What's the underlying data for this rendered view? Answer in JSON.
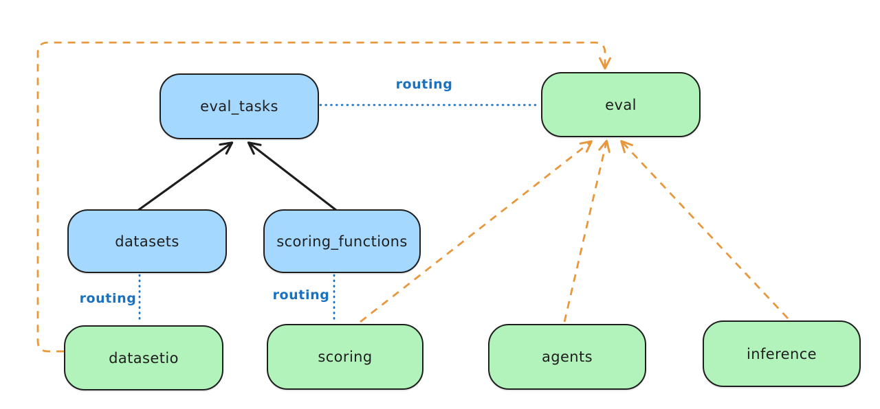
{
  "diagram": {
    "nodes": {
      "eval_tasks": {
        "label": "eval_tasks",
        "fill": "blue"
      },
      "eval": {
        "label": "eval",
        "fill": "green"
      },
      "datasets": {
        "label": "datasets",
        "fill": "blue"
      },
      "scoring_functions": {
        "label": "scoring_functions",
        "fill": "blue"
      },
      "datasetio": {
        "label": "datasetio",
        "fill": "green"
      },
      "scoring": {
        "label": "scoring",
        "fill": "green"
      },
      "agents": {
        "label": "agents",
        "fill": "green"
      },
      "inference": {
        "label": "inference",
        "fill": "green"
      }
    },
    "edges": [
      {
        "from": "datasets",
        "to": "eval_tasks",
        "style": "solid-black-arrow",
        "label": ""
      },
      {
        "from": "scoring_functions",
        "to": "eval_tasks",
        "style": "solid-black-arrow",
        "label": ""
      },
      {
        "from": "eval_tasks",
        "to": "eval",
        "style": "dotted-blue",
        "label": "routing"
      },
      {
        "from": "datasets",
        "to": "datasetio",
        "style": "dotted-blue",
        "label": "routing"
      },
      {
        "from": "scoring_functions",
        "to": "scoring",
        "style": "dotted-blue",
        "label": "routing"
      },
      {
        "from": "datasetio",
        "to": "eval",
        "style": "dashed-orange-arrow",
        "label": ""
      },
      {
        "from": "scoring",
        "to": "eval",
        "style": "dashed-orange-arrow",
        "label": ""
      },
      {
        "from": "agents",
        "to": "eval",
        "style": "dashed-orange-arrow",
        "label": ""
      },
      {
        "from": "inference",
        "to": "eval",
        "style": "dashed-orange-arrow",
        "label": ""
      }
    ],
    "colors": {
      "registry_fill": "#a5d8ff",
      "provider_fill": "#b2f2bb",
      "stroke": "#1e1e1e",
      "routing_line": "#1971c2",
      "provider_arrow": "#e9973d",
      "background": "#ffffff"
    }
  }
}
